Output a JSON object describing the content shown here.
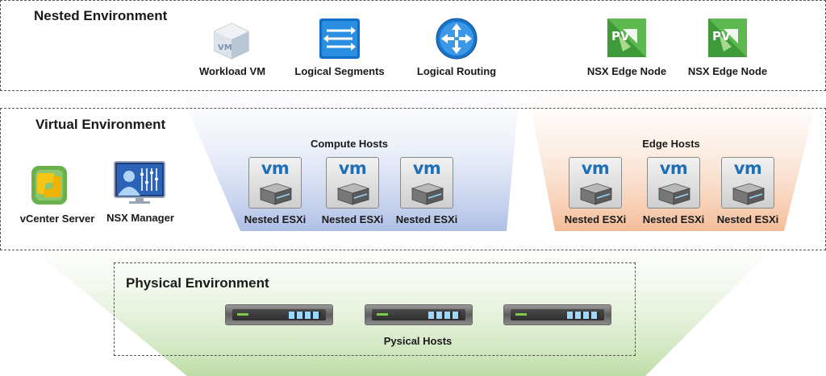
{
  "colors": {
    "compute_band": "#b9c8ea",
    "edge_band": "#f6c7a6",
    "physical_band": "#c7e2b4",
    "vm_text": "#1f6fb8"
  },
  "nested": {
    "title": "Nested Environment",
    "items": [
      {
        "icon": "workload-vm-cube-icon",
        "label": "Workload VM"
      },
      {
        "icon": "logical-segments-icon",
        "label": "Logical Segments"
      },
      {
        "icon": "logical-routing-icon",
        "label": "Logical Routing"
      },
      {
        "icon": "nsx-edge-node-icon",
        "label": "NSX Edge Node"
      },
      {
        "icon": "nsx-edge-node-icon",
        "label": "NSX Edge Node"
      }
    ],
    "edge_badge": "PV"
  },
  "virtual": {
    "title": "Virtual Environment",
    "vcenter_label": "vCenter Server",
    "nsx_manager_label": "NSX Manager",
    "compute_hosts": {
      "title": "Compute Hosts",
      "hosts": [
        {
          "badge": "vm",
          "label": "Nested ESXi"
        },
        {
          "badge": "vm",
          "label": "Nested ESXi"
        },
        {
          "badge": "vm",
          "label": "Nested ESXi"
        }
      ]
    },
    "edge_hosts": {
      "title": "Edge Hosts",
      "hosts": [
        {
          "badge": "vm",
          "label": "Nested ESXi"
        },
        {
          "badge": "vm",
          "label": "Nested ESXi"
        },
        {
          "badge": "vm",
          "label": "Nested ESXi"
        }
      ]
    }
  },
  "physical": {
    "title": "Physical Environment",
    "hosts_label": "Pysical Hosts",
    "host_count": 3
  }
}
